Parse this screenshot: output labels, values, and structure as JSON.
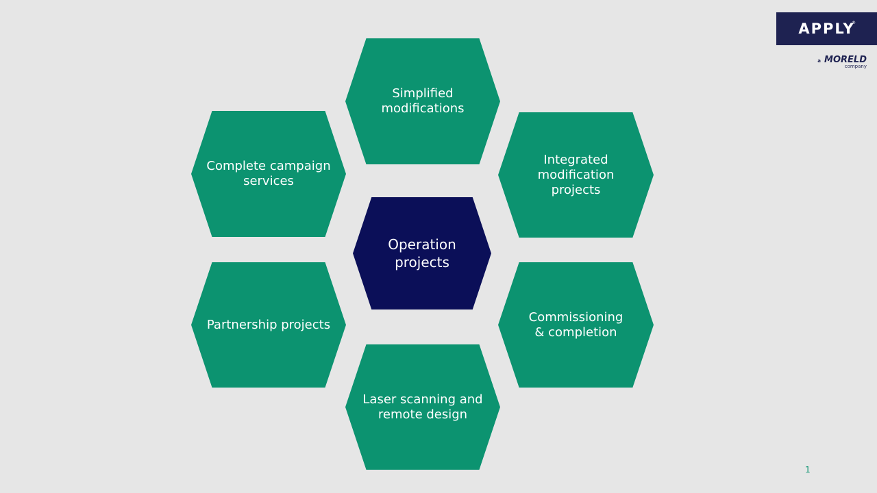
{
  "diagram": {
    "center": "Operation\nprojects",
    "segments": {
      "top": "Simplified\nmodifications",
      "top_left": "Complete campaign\nservices",
      "top_right": "Integrated\nmodification\nprojects",
      "bottom_left": "Partnership projects",
      "bottom_right": "Commissioning\n& completion",
      "bottom": "Laser scanning and\nremote design"
    }
  },
  "logo": {
    "main": "APPLY",
    "registered": "®",
    "sub_prefix": "a",
    "sub_brand": "MORELD",
    "sub_suffix": "company"
  },
  "page_number": "1",
  "colors": {
    "background": "#e6e6e6",
    "hex_green": "#0c9370",
    "hex_navy": "#0b0f58",
    "logo_bg": "#1e2251"
  }
}
